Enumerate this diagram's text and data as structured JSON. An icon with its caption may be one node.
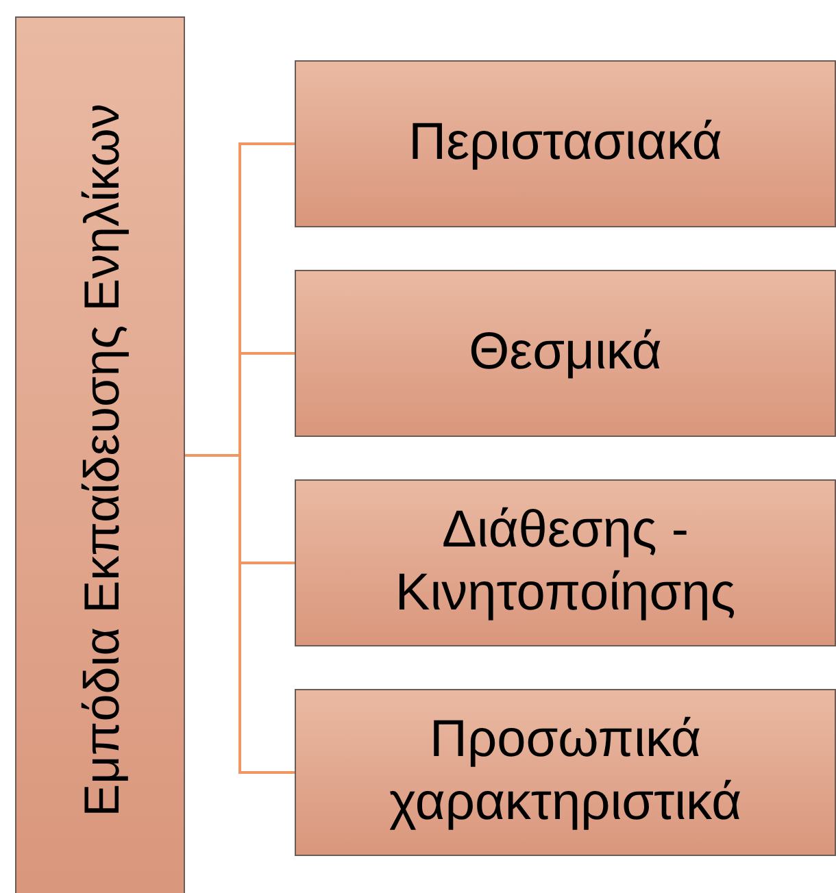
{
  "diagram": {
    "nodes": [
      {
        "text": [
          "Εμπόδια Εκπαίδευσης Ενηλίκων"
        ]
      },
      {
        "text": [
          "Περιστασιακά"
        ]
      },
      {
        "text": [
          "Θεσμικά"
        ]
      },
      {
        "text": [
          "Διάθεσης - Κινητοποίησης"
        ]
      },
      {
        "text": [
          "Προσωπικά χαρακτηριστικά"
        ]
      }
    ],
    "edges": [
      {
        "from": 0,
        "to": 1,
        "arrow": "none"
      },
      {
        "from": 0,
        "to": 2,
        "arrow": "none"
      },
      {
        "from": 0,
        "to": 3,
        "arrow": "none"
      },
      {
        "from": 0,
        "to": 4,
        "arrow": "none"
      }
    ]
  }
}
